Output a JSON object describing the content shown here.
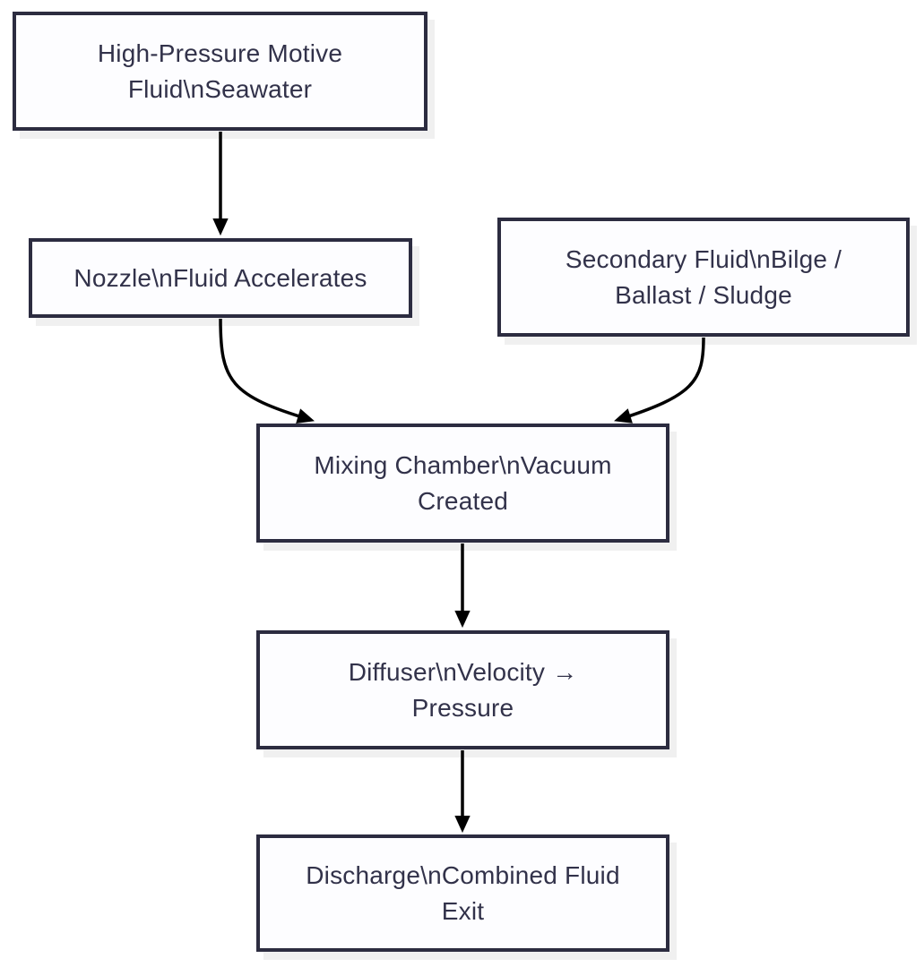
{
  "colors": {
    "background": "#ffffff",
    "node_fill": "#fdfdff",
    "node_border": "#2c2c40",
    "text": "#32324a",
    "arrow": "#000000",
    "shadow": "#f0f0f0"
  },
  "diagram": {
    "type": "flowchart",
    "direction": "top-down",
    "nodes": [
      {
        "id": "motive-fluid",
        "label": "High-Pressure Motive Fluid\\nSeawater",
        "lines": [
          "High-Pressure Motive",
          "Fluid\\nSeawater"
        ]
      },
      {
        "id": "nozzle",
        "label": "Nozzle\\nFluid Accelerates",
        "lines": [
          "Nozzle\\nFluid Accelerates"
        ]
      },
      {
        "id": "secondary-fluid",
        "label": "Secondary Fluid\\nBilge / Ballast / Sludge",
        "lines": [
          "Secondary Fluid\\nBilge /",
          "Ballast / Sludge"
        ]
      },
      {
        "id": "mixing-chamber",
        "label": "Mixing Chamber\\nVacuum Created",
        "lines": [
          "Mixing Chamber\\nVacuum",
          "Created"
        ]
      },
      {
        "id": "diffuser",
        "label": "Diffuser\\nVelocity → Pressure",
        "lines": [
          "Diffuser\\nVelocity →",
          "Pressure"
        ]
      },
      {
        "id": "discharge",
        "label": "Discharge\\nCombined Fluid Exit",
        "lines": [
          "Discharge\\nCombined Fluid",
          "Exit"
        ]
      }
    ],
    "edges": [
      {
        "from": "motive-fluid",
        "to": "nozzle"
      },
      {
        "from": "nozzle",
        "to": "mixing-chamber"
      },
      {
        "from": "secondary-fluid",
        "to": "mixing-chamber"
      },
      {
        "from": "mixing-chamber",
        "to": "diffuser"
      },
      {
        "from": "diffuser",
        "to": "discharge"
      }
    ]
  }
}
